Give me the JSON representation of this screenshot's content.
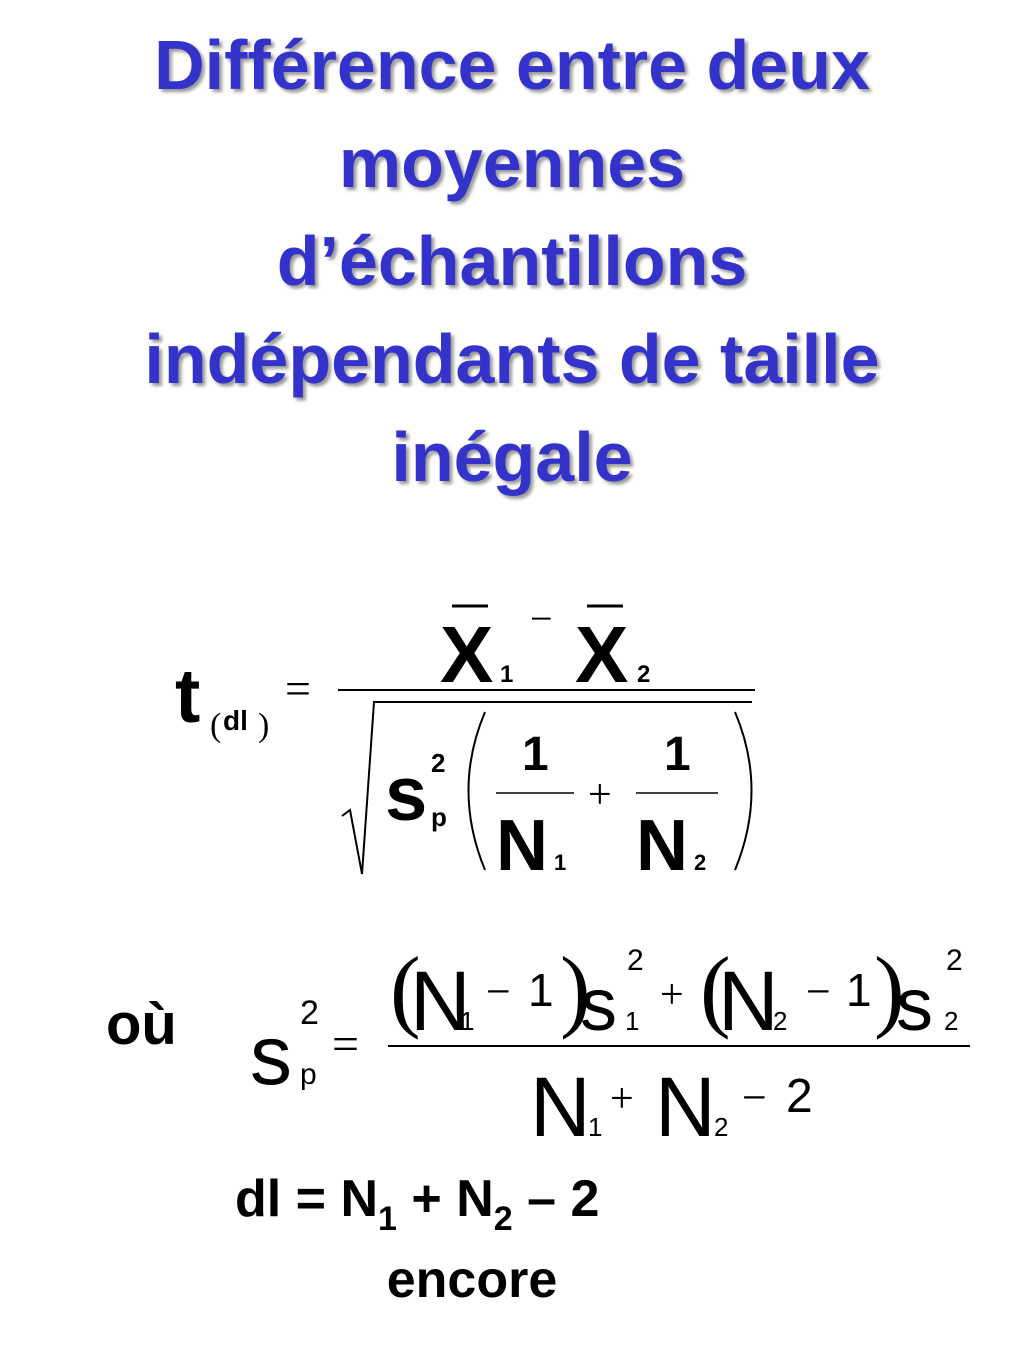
{
  "title": {
    "lines": [
      "Différence entre deux",
      "moyennes",
      "d’échantillons",
      "indépendants de taille",
      "inégale"
    ]
  },
  "colors": {
    "title": "#3333cc",
    "title_shadow": "#9a9a9a",
    "text": "#000000"
  },
  "formula_t": {
    "t": "t",
    "dl": "dl",
    "X": "X",
    "sub1": "1",
    "sub2": "2",
    "minus": "−",
    "equals": "=",
    "plus": "+",
    "s": "s",
    "p": "p",
    "sq": "2",
    "one": "1",
    "N": "N"
  },
  "formula_sp": {
    "label": "où",
    "s": "s",
    "p": "p",
    "sq": "2",
    "equals": "=",
    "N": "N",
    "sub1": "1",
    "sub2": "2",
    "minus": "−",
    "one": "1",
    "plus": "+",
    "two": "2"
  },
  "df": {
    "lead": "dl = N",
    "sub1": "1",
    "plus_n": " + N",
    "sub2": "2",
    "tail": " – 2",
    "line2": "encore"
  }
}
